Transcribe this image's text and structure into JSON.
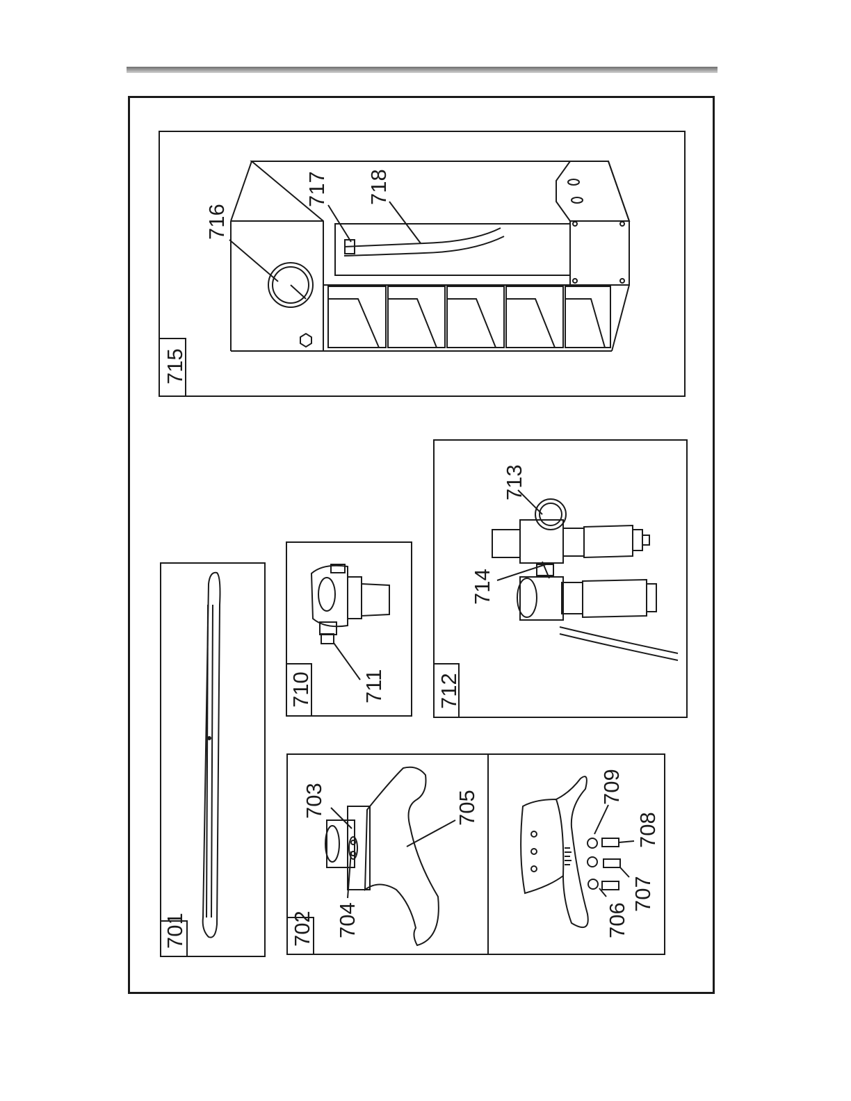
{
  "figure_ids": {
    "fig701": "701",
    "fig702": "702",
    "fig710": "710",
    "fig712": "712",
    "fig715": "715"
  },
  "callouts": {
    "c703": "703",
    "c704": "704",
    "c705": "705",
    "c706": "706",
    "c707": "707",
    "c708": "708",
    "c709": "709",
    "c711": "711",
    "c713": "713",
    "c714": "714",
    "c716": "716",
    "c717": "717",
    "c718": "718"
  },
  "colors": {
    "line": "#1a1a1a",
    "rule": "#8a8a8a"
  }
}
